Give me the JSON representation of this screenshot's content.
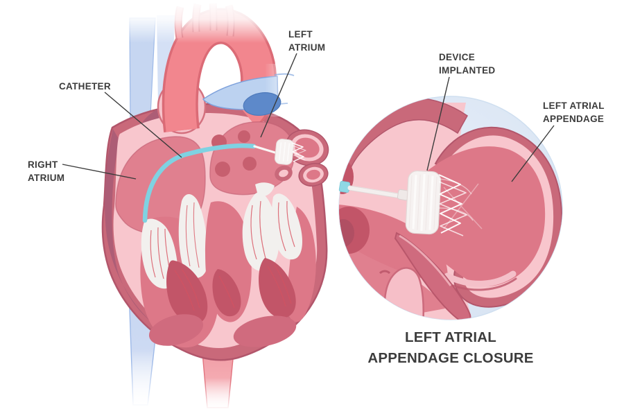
{
  "title": {
    "line1": "LEFT ATRIAL",
    "line2": "APPENDAGE CLOSURE"
  },
  "labels": {
    "catheter": {
      "text": "CATHETER"
    },
    "right_atrium": {
      "line1": "RIGHT",
      "line2": "ATRIUM"
    },
    "left_atrium": {
      "line1": "LEFT",
      "line2": "ATRIUM"
    },
    "device_implanted": {
      "line1": "DEVICE",
      "line2": "IMPLANTED"
    },
    "left_atrial_appendage": {
      "line1": "LEFT ATRIAL",
      "line2": "APPENDAGE"
    }
  },
  "colors": {
    "heart_outer_wall": "#c9697a",
    "heart_inner_lining": "#f8c6cd",
    "atrium_fill": "#e0808f",
    "ventricle_fill": "#dd7888",
    "muscle_dark": "#c25568",
    "catheter_teal": "#7fd2e2",
    "aorta_pink": "#f2868e",
    "vein_blue": "#c6d6f1",
    "pulmonary_artery_blue": "#bcd2f0",
    "inset_background": "#dfe9f5",
    "device_white": "#f6f2f1",
    "label_text": "#3b3b3b"
  }
}
